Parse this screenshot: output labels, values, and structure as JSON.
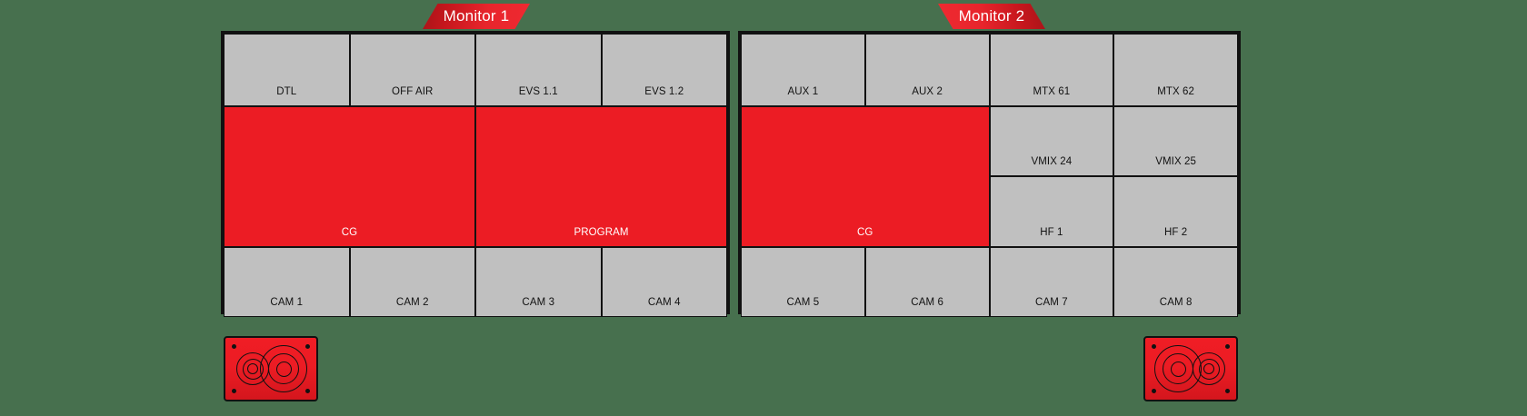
{
  "colors": {
    "background": "#47704e",
    "panel_border": "#111111",
    "cell_idle": "#c0c0c0",
    "cell_live": "#ec1c24",
    "banner_red": "#c4161c",
    "label_text": "#111111",
    "live_text": "#ffffff"
  },
  "monitors": [
    {
      "banner_label": "Monitor 1",
      "cells": [
        {
          "label": "DTL",
          "state": "idle"
        },
        {
          "label": "OFF AIR",
          "state": "idle"
        },
        {
          "label": "EVS 1.1",
          "state": "idle"
        },
        {
          "label": "EVS 1.2",
          "state": "idle"
        },
        {
          "label": "CG",
          "state": "live"
        },
        {
          "label": "PROGRAM",
          "state": "live"
        },
        {
          "label": "CAM 1",
          "state": "idle"
        },
        {
          "label": "CAM 2",
          "state": "idle"
        },
        {
          "label": "CAM 3",
          "state": "idle"
        },
        {
          "label": "CAM 4",
          "state": "idle"
        }
      ]
    },
    {
      "banner_label": "Monitor 2",
      "cells": [
        {
          "label": "AUX 1",
          "state": "idle"
        },
        {
          "label": "AUX 2",
          "state": "idle"
        },
        {
          "label": "MTX 61",
          "state": "idle"
        },
        {
          "label": "MTX 62",
          "state": "idle"
        },
        {
          "label": "CG",
          "state": "live"
        },
        {
          "label": "VMIX 24",
          "state": "idle"
        },
        {
          "label": "VMIX 25",
          "state": "idle"
        },
        {
          "label": "HF 1",
          "state": "idle"
        },
        {
          "label": "HF 2",
          "state": "idle"
        },
        {
          "label": "CAM 5",
          "state": "idle"
        },
        {
          "label": "CAM 6",
          "state": "idle"
        },
        {
          "label": "CAM 7",
          "state": "idle"
        },
        {
          "label": "CAM 8",
          "state": "idle"
        }
      ]
    }
  ],
  "speakers": [
    {
      "name": "speaker-left",
      "drivers": [
        "tweeter",
        "woofer"
      ]
    },
    {
      "name": "speaker-right",
      "drivers": [
        "woofer",
        "tweeter"
      ]
    }
  ]
}
